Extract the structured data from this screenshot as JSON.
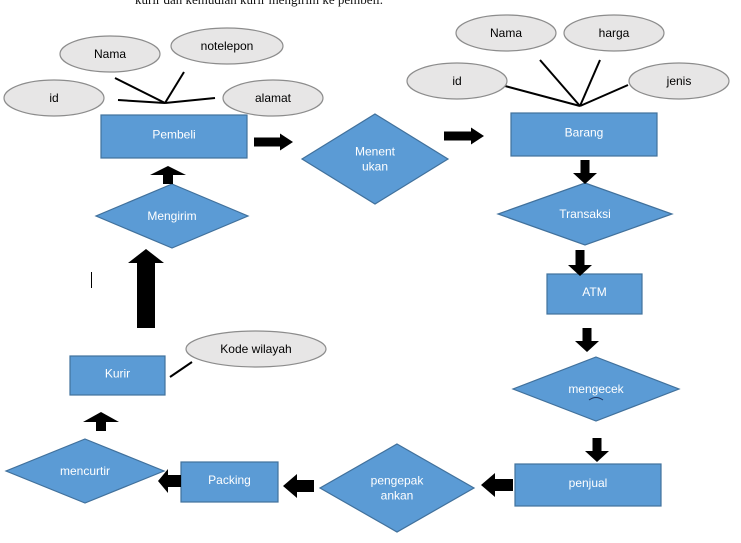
{
  "header": {
    "text": "kurir dan kemudian kurir mengirim ke pembeli."
  },
  "colors": {
    "entity_fill": "#5b9bd5",
    "entity_border": "#41719c",
    "attribute_fill": "#e7e6e6",
    "attribute_border": "#8c8c8c",
    "arrow": "#000000",
    "entity_text": "#ffffff",
    "attribute_text": "#000000"
  },
  "entities": {
    "pembeli": "Pembeli",
    "barang": "Barang",
    "atm": "ATM",
    "kurir": "Kurir",
    "packing": "Packing",
    "penjual": "penjual"
  },
  "relationships": {
    "menentukan": [
      "Menent",
      "ukan"
    ],
    "mengirim": "Mengirim",
    "transaksi": "Transaksi",
    "mengecek": "mengecek",
    "pengepakan": [
      "pengepak",
      "ankan"
    ],
    "mencurtir": "mencurtir"
  },
  "attributes": {
    "pembeli_nama": "Nama",
    "pembeli_notelepon": "notelepon",
    "pembeli_id": "id",
    "pembeli_alamat": "alamat",
    "barang_nama": "Nama",
    "barang_harga": "harga",
    "barang_id": "id",
    "barang_jenis": "jenis",
    "kurir_kode_wilayah": "Kode wilayah"
  }
}
